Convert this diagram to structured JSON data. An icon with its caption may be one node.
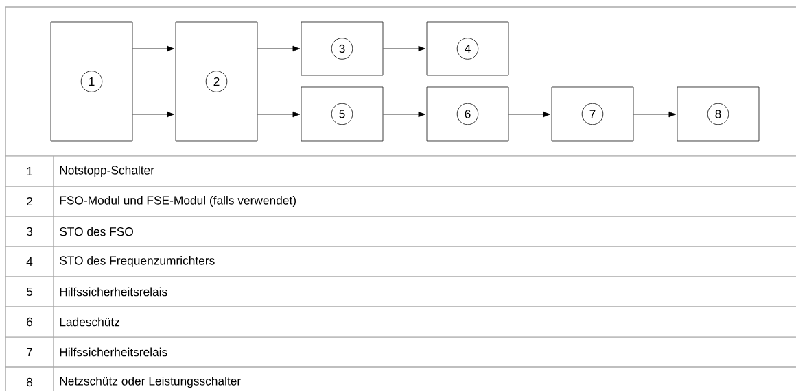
{
  "diagram": {
    "nodes": [
      {
        "text": [
          "1"
        ]
      },
      {
        "text": [
          "2"
        ]
      },
      {
        "text": [
          "3"
        ]
      },
      {
        "text": [
          "4"
        ]
      },
      {
        "text": [
          "5"
        ]
      },
      {
        "text": [
          "6"
        ]
      },
      {
        "text": [
          "7"
        ]
      },
      {
        "text": [
          "8"
        ]
      }
    ],
    "edges": [
      {
        "from": 0,
        "to": 1,
        "arrow": "to"
      },
      {
        "from": 0,
        "to": 1,
        "arrow": "to"
      },
      {
        "from": 1,
        "to": 2,
        "arrow": "to"
      },
      {
        "from": 1,
        "to": 4,
        "arrow": "to"
      },
      {
        "from": 2,
        "to": 3,
        "arrow": "to"
      },
      {
        "from": 4,
        "to": 5,
        "arrow": "to"
      },
      {
        "from": 5,
        "to": 6,
        "arrow": "to"
      },
      {
        "from": 6,
        "to": 7,
        "arrow": "to"
      }
    ],
    "labels": [
      "1",
      "Notstopp-Schalter",
      "2",
      "FSO-Modul und FSE-Modul (falls verwendet)",
      "3",
      "STO des FSO",
      "4",
      "STO des Frequenzumrichters",
      "5",
      "Hilfssicherheitsrelais",
      "6",
      "Ladeschütz",
      "7",
      "Hilfssicherheitsrelais",
      "8",
      "Netzschütz oder Leistungsschalter"
    ]
  }
}
